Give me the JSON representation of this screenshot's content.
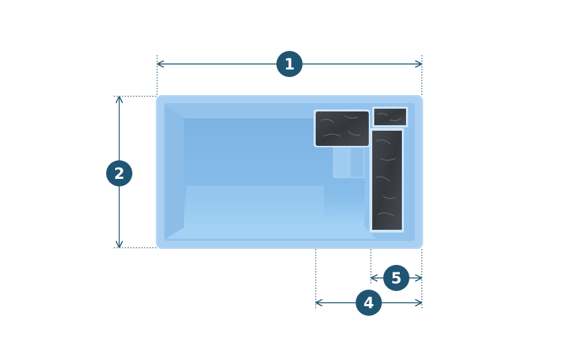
{
  "diagram": {
    "colors": {
      "dimension_line": "#245a74",
      "badge_fill": "#1f5572",
      "badge_text": "#ffffff",
      "pool_rim": "#a7cdf1",
      "pool_floor": "#7fb6e6",
      "pool_wall": "#96c4ec",
      "stone_dark": "#3a3d42"
    },
    "markers": [
      {
        "id": "dim-1",
        "label": "1"
      },
      {
        "id": "dim-2",
        "label": "2"
      },
      {
        "id": "dim-4",
        "label": "4"
      },
      {
        "id": "dim-5",
        "label": "5"
      }
    ]
  }
}
